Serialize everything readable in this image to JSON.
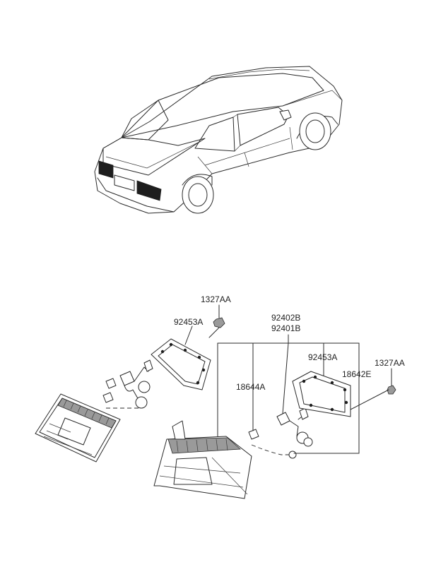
{
  "diagram": {
    "part_labels": {
      "p1327aa_left": "1327AA",
      "p92453a_left": "92453A",
      "p92402b": "92402B",
      "p92401b": "92401B",
      "p18644a": "18644A",
      "p92453a_right": "92453A",
      "p18642e": "18642E",
      "p1327aa_right": "1327AA"
    }
  }
}
